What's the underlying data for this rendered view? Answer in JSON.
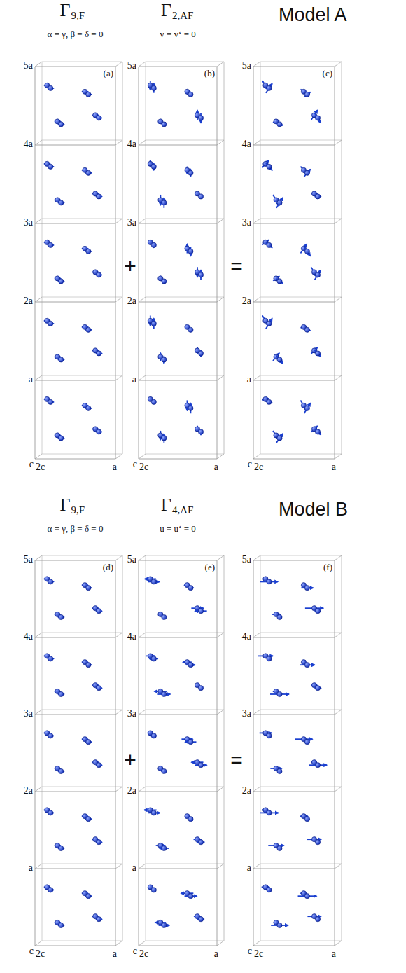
{
  "diagram": {
    "labels": [
      "Γ",
      "9,F",
      "α = γ, β = δ = 0",
      "Γ",
      "2,AF",
      "v = v‘ = 0",
      "Model A",
      "+",
      "=",
      "(a)",
      "5a",
      "4a",
      "3a",
      "2a",
      "a",
      "c",
      "2c",
      "a",
      "(b)",
      "5a",
      "4a",
      "3a",
      "2a",
      "a",
      "c",
      "2c",
      "a",
      "(c)",
      "5a",
      "4a",
      "3a",
      "2a",
      "a",
      "c",
      "2c",
      "a",
      "Γ",
      "9,F",
      "α = γ, β = δ = 0",
      "Γ",
      "4,AF",
      "u = u‘ = 0",
      "Model B",
      "+",
      "=",
      "(d)",
      "5a",
      "4a",
      "3a",
      "2a",
      "a",
      "c",
      "2c",
      "a",
      "(e)",
      "5a",
      "4a",
      "3a",
      "2a",
      "a",
      "c",
      "2c",
      "a",
      "(f)",
      "5a",
      "4a",
      "3a",
      "2a",
      "a",
      "c",
      "2c",
      "a"
    ]
  }
}
